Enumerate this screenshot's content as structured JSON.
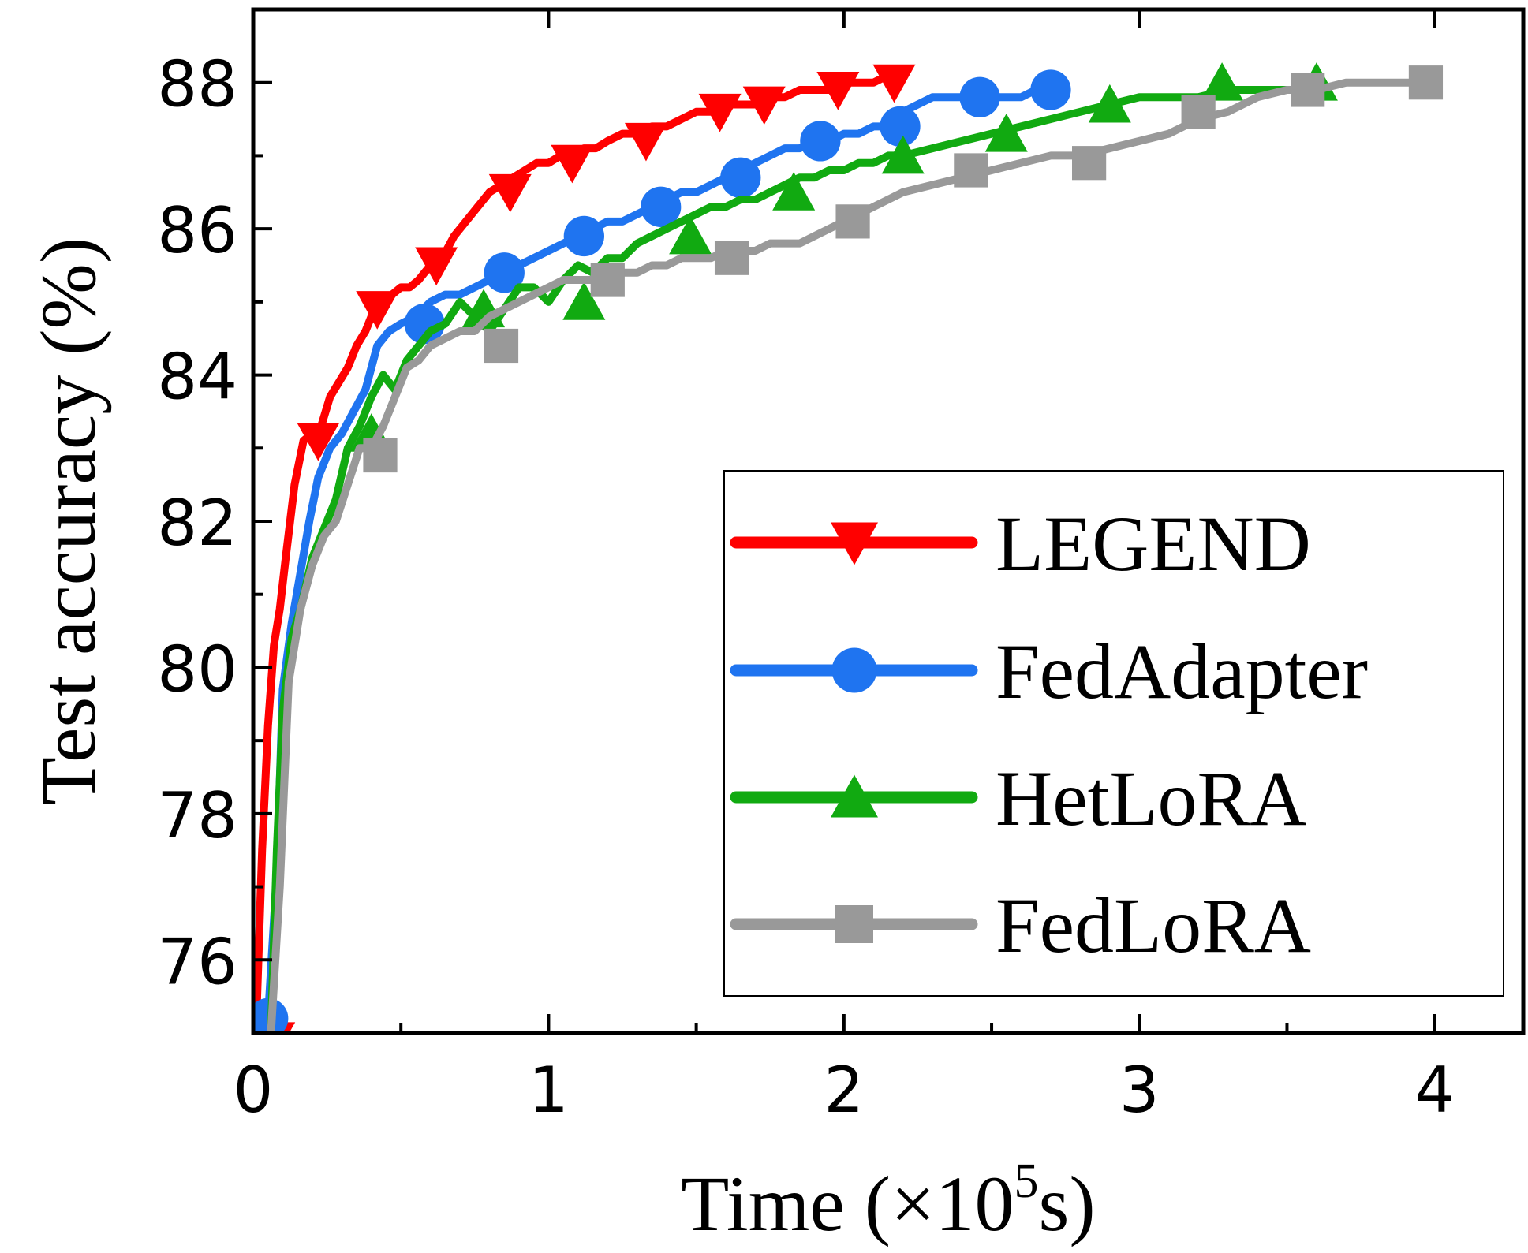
{
  "chart_data": {
    "type": "line",
    "title": "",
    "xlabel": {
      "prefix": "Time (×10",
      "sup": "5",
      "suffix": "s)"
    },
    "ylabel": "Test accuracy (%)",
    "xlim": [
      0,
      4.3
    ],
    "ylim": [
      75,
      89
    ],
    "x_ticks": [
      0,
      1,
      2,
      3,
      4
    ],
    "x_tick_labels": [
      "0",
      "1",
      "2",
      "3",
      "4"
    ],
    "x_minor_ticks": [
      0.5,
      1.5,
      2.5,
      3.5
    ],
    "y_ticks": [
      76,
      78,
      80,
      82,
      84,
      86,
      88
    ],
    "y_tick_labels": [
      "76",
      "78",
      "80",
      "82",
      "84",
      "86",
      "88"
    ],
    "y_minor_ticks": [
      77,
      79,
      81,
      83,
      85,
      87
    ],
    "grid": false,
    "legend_position": "bottom-right",
    "series": [
      {
        "name": "LEGEND",
        "color": "#ff0000",
        "marker": "triangle-down",
        "x": [
          0.01,
          0.03,
          0.05,
          0.07,
          0.09,
          0.11,
          0.14,
          0.17,
          0.2,
          0.23,
          0.26,
          0.29,
          0.32,
          0.35,
          0.38,
          0.41,
          0.44,
          0.47,
          0.5,
          0.53,
          0.56,
          0.6,
          0.64,
          0.68,
          0.72,
          0.76,
          0.8,
          0.84,
          0.88,
          0.92,
          0.96,
          1.0,
          1.04,
          1.08,
          1.12,
          1.16,
          1.2,
          1.25,
          1.3,
          1.35,
          1.4,
          1.45,
          1.5,
          1.55,
          1.6,
          1.65,
          1.7,
          1.75,
          1.8,
          1.85,
          1.9,
          1.95,
          2.0,
          2.05,
          2.1,
          2.15
        ],
        "y": [
          75.1,
          77.5,
          79.2,
          80.3,
          80.8,
          81.5,
          82.5,
          83.1,
          83.2,
          83.3,
          83.7,
          83.9,
          84.1,
          84.4,
          84.6,
          84.9,
          85.0,
          85.1,
          85.2,
          85.2,
          85.3,
          85.5,
          85.6,
          85.9,
          86.1,
          86.3,
          86.5,
          86.6,
          86.7,
          86.8,
          86.9,
          86.9,
          87.0,
          87.0,
          87.1,
          87.1,
          87.2,
          87.3,
          87.3,
          87.4,
          87.4,
          87.5,
          87.6,
          87.6,
          87.7,
          87.7,
          87.7,
          87.8,
          87.8,
          87.9,
          87.9,
          87.9,
          88.0,
          88.0,
          88.0,
          88.1
        ],
        "markers_x": [
          0.07,
          0.22,
          0.42,
          0.62,
          0.87,
          1.08,
          1.33,
          1.58,
          1.73,
          1.98,
          2.17
        ],
        "markers_y": [
          74.9,
          83.1,
          84.9,
          85.5,
          86.5,
          86.9,
          87.2,
          87.6,
          87.7,
          87.9,
          88.0
        ]
      },
      {
        "name": "FedAdapter",
        "color": "#1f74f0",
        "marker": "circle",
        "x": [
          0.05,
          0.08,
          0.1,
          0.13,
          0.16,
          0.19,
          0.22,
          0.26,
          0.3,
          0.34,
          0.38,
          0.42,
          0.46,
          0.5,
          0.55,
          0.6,
          0.65,
          0.7,
          0.75,
          0.8,
          0.85,
          0.9,
          0.95,
          1.0,
          1.05,
          1.1,
          1.15,
          1.2,
          1.25,
          1.3,
          1.35,
          1.4,
          1.45,
          1.5,
          1.55,
          1.6,
          1.65,
          1.7,
          1.75,
          1.8,
          1.85,
          1.9,
          1.95,
          2.0,
          2.05,
          2.1,
          2.15,
          2.2,
          2.25,
          2.3,
          2.35,
          2.4,
          2.45,
          2.5,
          2.55,
          2.6,
          2.65,
          2.7
        ],
        "y": [
          75.2,
          77.2,
          79.7,
          80.6,
          81.3,
          82.0,
          82.6,
          83.0,
          83.2,
          83.5,
          83.8,
          84.4,
          84.6,
          84.7,
          84.8,
          85.0,
          85.1,
          85.1,
          85.2,
          85.3,
          85.4,
          85.5,
          85.6,
          85.7,
          85.8,
          85.9,
          86.0,
          86.1,
          86.1,
          86.2,
          86.3,
          86.4,
          86.5,
          86.5,
          86.6,
          86.7,
          86.8,
          86.9,
          87.0,
          87.1,
          87.1,
          87.2,
          87.2,
          87.3,
          87.3,
          87.4,
          87.4,
          87.6,
          87.7,
          87.8,
          87.8,
          87.8,
          87.8,
          87.8,
          87.8,
          87.8,
          87.9,
          87.9
        ],
        "markers_x": [
          0.05,
          0.85,
          0.58,
          1.12,
          1.38,
          1.65,
          1.92,
          2.19,
          2.46,
          2.7
        ],
        "markers_y": [
          75.2,
          85.4,
          84.7,
          85.9,
          86.3,
          86.7,
          87.2,
          87.4,
          87.8,
          87.9
        ]
      },
      {
        "name": "HetLoRA",
        "color": "#11aa11",
        "marker": "triangle-up",
        "x": [
          0.06,
          0.08,
          0.1,
          0.13,
          0.16,
          0.2,
          0.24,
          0.28,
          0.32,
          0.36,
          0.4,
          0.44,
          0.48,
          0.52,
          0.56,
          0.6,
          0.65,
          0.7,
          0.75,
          0.8,
          0.85,
          0.9,
          0.95,
          1.0,
          1.05,
          1.1,
          1.15,
          1.2,
          1.25,
          1.3,
          1.35,
          1.4,
          1.45,
          1.5,
          1.55,
          1.6,
          1.65,
          1.7,
          1.75,
          1.8,
          1.85,
          1.9,
          1.95,
          2.0,
          2.05,
          2.1,
          2.15,
          2.2,
          2.3,
          2.4,
          2.5,
          2.6,
          2.7,
          2.8,
          2.9,
          3.0,
          3.1,
          3.2,
          3.3,
          3.4,
          3.5,
          3.6
        ],
        "y": [
          75.0,
          77.5,
          79.4,
          80.4,
          80.8,
          81.5,
          81.9,
          82.3,
          83.0,
          83.3,
          83.7,
          84.0,
          83.8,
          84.2,
          84.4,
          84.6,
          84.7,
          85.0,
          84.8,
          84.6,
          84.9,
          85.2,
          85.2,
          85.0,
          85.3,
          85.5,
          85.4,
          85.6,
          85.6,
          85.8,
          85.9,
          86.0,
          86.1,
          86.2,
          86.3,
          86.3,
          86.4,
          86.4,
          86.5,
          86.6,
          86.7,
          86.7,
          86.8,
          86.8,
          86.9,
          86.9,
          87.0,
          87.0,
          87.1,
          87.2,
          87.3,
          87.4,
          87.5,
          87.6,
          87.7,
          87.8,
          87.8,
          87.8,
          87.9,
          87.9,
          87.9,
          87.9
        ],
        "markers_x": [
          0.4,
          0.78,
          1.12,
          1.48,
          1.83,
          2.2,
          2.55,
          2.9,
          3.28,
          3.6
        ],
        "markers_y": [
          83.2,
          84.9,
          85.0,
          85.9,
          86.5,
          87.0,
          87.3,
          87.7,
          88.0,
          88.0
        ]
      },
      {
        "name": "FedLoRA",
        "color": "#999999",
        "marker": "square",
        "x": [
          0.06,
          0.09,
          0.12,
          0.16,
          0.2,
          0.24,
          0.28,
          0.32,
          0.36,
          0.4,
          0.44,
          0.48,
          0.52,
          0.56,
          0.6,
          0.65,
          0.7,
          0.75,
          0.8,
          0.85,
          0.9,
          0.95,
          1.0,
          1.05,
          1.1,
          1.15,
          1.2,
          1.25,
          1.3,
          1.35,
          1.4,
          1.45,
          1.5,
          1.55,
          1.6,
          1.65,
          1.7,
          1.75,
          1.8,
          1.85,
          1.9,
          1.95,
          2.0,
          2.1,
          2.2,
          2.3,
          2.4,
          2.5,
          2.6,
          2.7,
          2.8,
          2.9,
          3.0,
          3.1,
          3.2,
          3.3,
          3.4,
          3.5,
          3.6,
          3.7,
          3.8,
          3.9,
          3.97
        ],
        "y": [
          75.0,
          77.0,
          79.8,
          80.8,
          81.4,
          81.8,
          82.0,
          82.5,
          83.0,
          83.0,
          83.3,
          83.7,
          84.1,
          84.2,
          84.4,
          84.5,
          84.6,
          84.6,
          84.8,
          84.9,
          85.0,
          85.1,
          85.2,
          85.3,
          85.3,
          85.3,
          85.3,
          85.4,
          85.4,
          85.5,
          85.5,
          85.6,
          85.6,
          85.6,
          85.7,
          85.7,
          85.7,
          85.8,
          85.8,
          85.8,
          85.9,
          86.0,
          86.1,
          86.3,
          86.5,
          86.6,
          86.7,
          86.8,
          86.9,
          87.0,
          87.0,
          87.1,
          87.2,
          87.3,
          87.5,
          87.6,
          87.8,
          87.9,
          87.9,
          88.0,
          88.0,
          88.0,
          88.0
        ],
        "markers_x": [
          0.43,
          0.84,
          1.2,
          1.62,
          2.03,
          2.43,
          2.83,
          3.2,
          3.57,
          3.97
        ],
        "markers_y": [
          82.9,
          84.4,
          85.3,
          85.6,
          86.1,
          86.8,
          86.9,
          87.6,
          87.9,
          88.0
        ]
      }
    ]
  }
}
